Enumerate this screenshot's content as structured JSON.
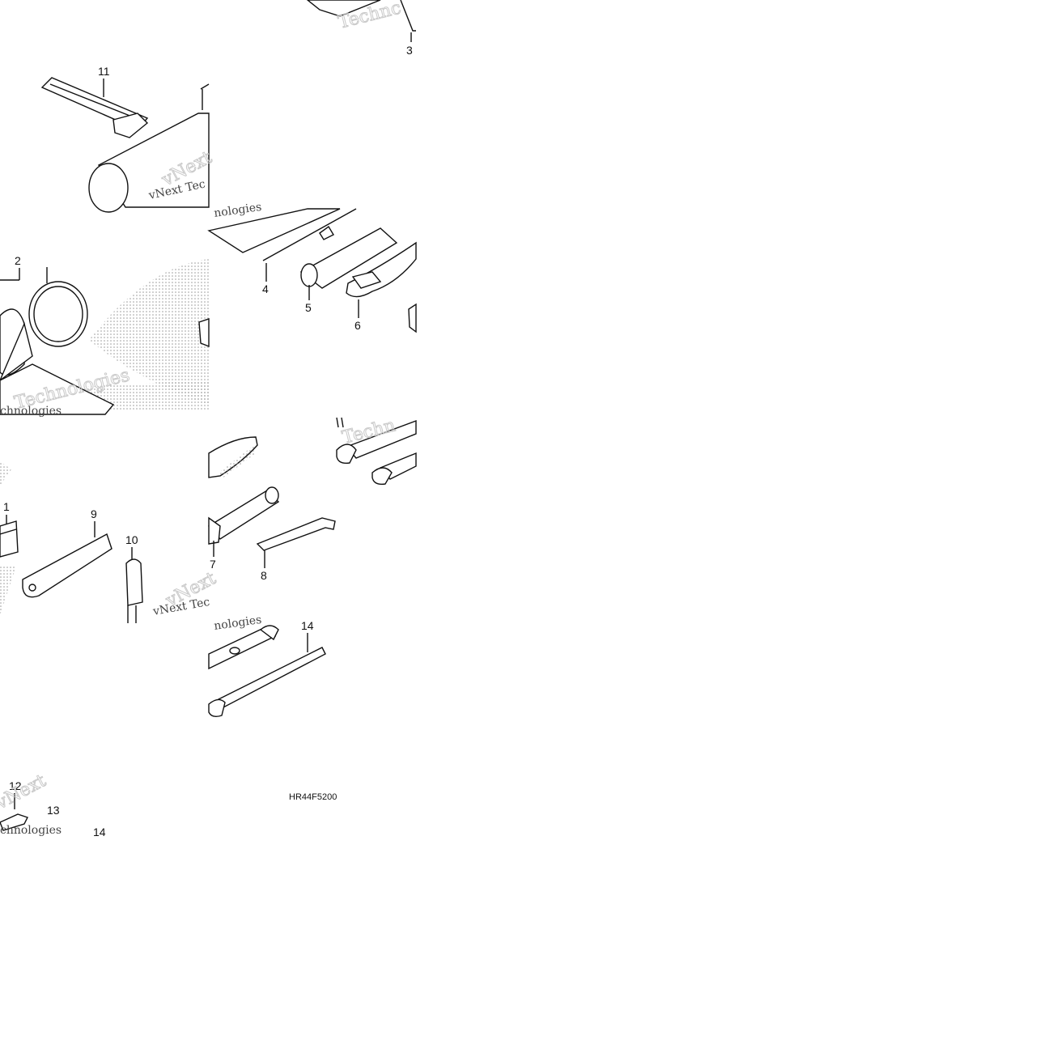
{
  "diagram": {
    "part_code": "HR44F5200",
    "callouts": [
      {
        "id": "c1",
        "text": "1"
      },
      {
        "id": "c2",
        "text": "2"
      },
      {
        "id": "c3",
        "text": "3"
      },
      {
        "id": "c4",
        "text": "4"
      },
      {
        "id": "c5",
        "text": "5"
      },
      {
        "id": "c6",
        "text": "6"
      },
      {
        "id": "c7",
        "text": "7"
      },
      {
        "id": "c8",
        "text": "8"
      },
      {
        "id": "c9",
        "text": "9"
      },
      {
        "id": "c10",
        "text": "10"
      },
      {
        "id": "c11",
        "text": "11"
      },
      {
        "id": "c12",
        "text": "12"
      },
      {
        "id": "c13",
        "text": "13"
      },
      {
        "id": "c14a",
        "text": "14"
      },
      {
        "id": "c14b",
        "text": "14"
      }
    ],
    "watermarks": {
      "brand_a": "vNext",
      "brand_b": "Technologies",
      "brand_c": "vNext Tec",
      "brand_d": "nologies",
      "brand_e": "chnologies",
      "brand_f": "Technc",
      "brand_g": "Techn"
    }
  }
}
